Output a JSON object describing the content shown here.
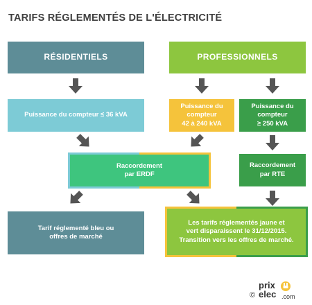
{
  "title": "TARIFS RÉGLEMENTÉS DE L'ÉLECTRICITÉ",
  "residentiels": {
    "label": "RÉSIDENTIELS",
    "color": "#5e8d97"
  },
  "professionnels": {
    "label": "PROFESSIONNELS",
    "color": "#8dc63f"
  },
  "puissance_36": {
    "label": "Puissance du compteur ≤ 36 kVA",
    "color": "#7dcbd6"
  },
  "puissance_42_240": {
    "line1": "Puissance du",
    "line2": "compteur",
    "line3": "42 à 240 kVA",
    "color": "#f5c33b"
  },
  "puissance_250": {
    "line1": "Puissance du",
    "line2": "compteur",
    "line3": "≥ 250 kVA",
    "color": "#3a9e4a"
  },
  "erdf": {
    "line1": "Raccordement",
    "line2": "par ERDF",
    "color": "#3ec57e"
  },
  "rte": {
    "line1": "Raccordement",
    "line2": "par RTE",
    "color": "#3a9e4a"
  },
  "tarif_bleu": {
    "line1": "Tarif réglementé bleu ou",
    "line2": "offres de marché",
    "color": "#5e8d97"
  },
  "tarifs_jaune_vert": {
    "line1": "Les tarifs réglementés jaune et",
    "line2": "vert disparaissent le 31/12/2015.",
    "line3": "Transition vers les offres de marché.",
    "color": "#8dc63f"
  },
  "arrow_color": "#555555",
  "logo": {
    "text1": "prix",
    "text2": "elec",
    "copyright": "©",
    "suffix": ".com"
  }
}
